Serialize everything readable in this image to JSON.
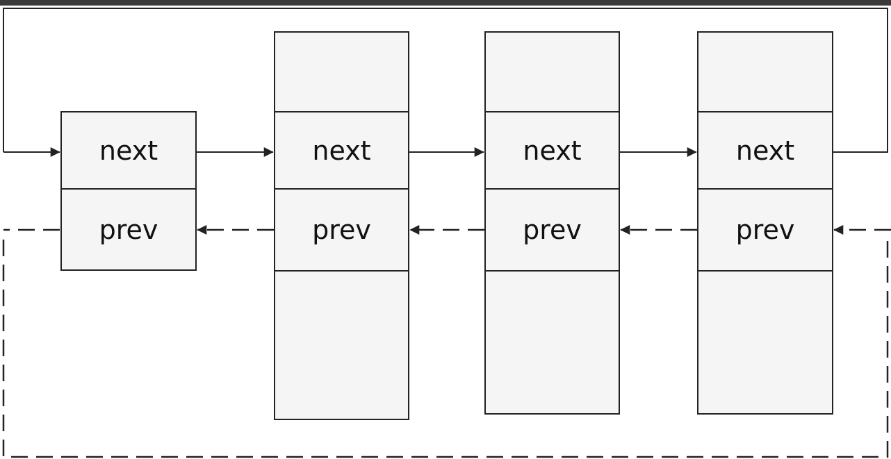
{
  "nodes": [
    {
      "next_label": "next",
      "prev_label": "prev"
    },
    {
      "next_label": "next",
      "prev_label": "prev"
    },
    {
      "next_label": "next",
      "prev_label": "prev"
    },
    {
      "next_label": "next",
      "prev_label": "prev"
    }
  ],
  "colors": {
    "stroke": "#222222",
    "cell_fill": "#f5f5f5",
    "background": "#ffffff"
  }
}
